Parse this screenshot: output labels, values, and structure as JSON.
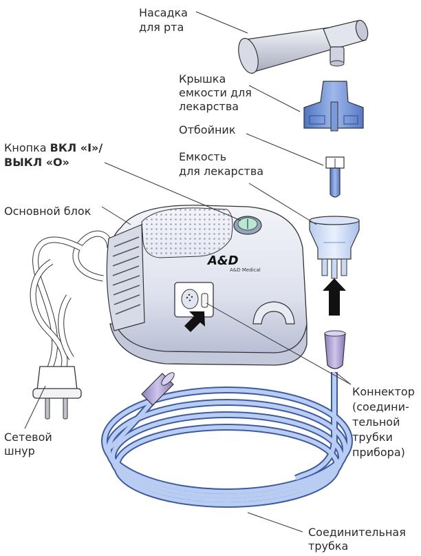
{
  "labels": {
    "mouthpiece": [
      "Насадка",
      "для рта"
    ],
    "medication_cap": [
      "Крышка",
      "емкости для",
      "лекарства"
    ],
    "baffle": [
      "Отбойник"
    ],
    "medication_cup": [
      "Емкость",
      "для лекарства"
    ],
    "power_button": {
      "prefix": "Кнопка ",
      "bold_line1": "ВКЛ «I»/",
      "bold_line2": "ВЫКЛ «O»"
    },
    "main_unit": [
      "Основной блок"
    ],
    "connector": [
      "Коннектор",
      "(соедини-",
      "тельной",
      "трубки",
      "прибора)"
    ],
    "power_cord": [
      "Сетевой",
      "шнур"
    ],
    "tube": [
      "Соединительная",
      "трубка"
    ]
  },
  "brand": {
    "logo": "A&D",
    "name": "A&D Medical"
  },
  "colors": {
    "body": "#e4e7f2",
    "accent": "#6f93d6",
    "dark_blue": "#3b5fb0",
    "tube": "#9db6e6",
    "connector": "#a89ccc",
    "mouthpiece": "#c9ccd9"
  }
}
